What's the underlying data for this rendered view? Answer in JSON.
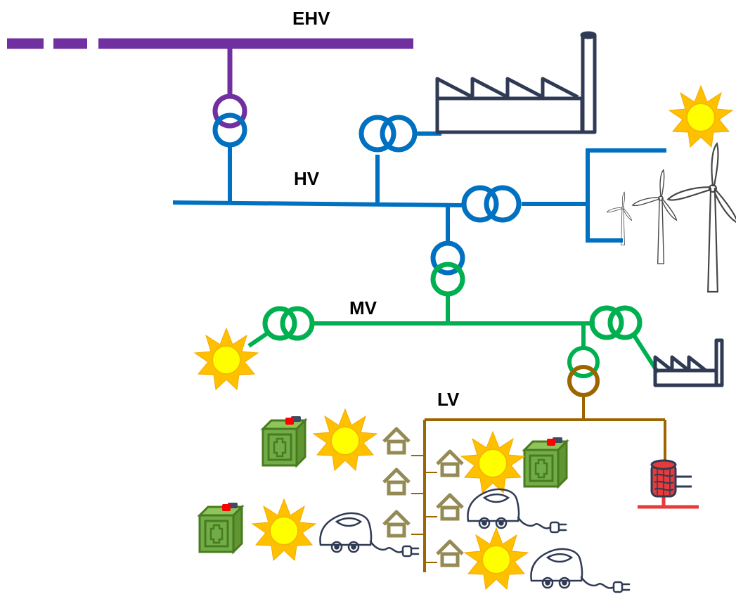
{
  "labels": {
    "ehv": "EHV",
    "hv": "HV",
    "mv": "MV",
    "lv": "LV"
  },
  "colors": {
    "ehv": "#7030a0",
    "hv": "#0070c0",
    "mv": "#00b050",
    "lv": "#9c6500",
    "house": "#948a54",
    "factory": "#2f3a54",
    "sun_outer": "#ffc000",
    "sun_inner": "#ffff00",
    "battery_face": "#70ad47",
    "battery_dark": "#4a7a20",
    "battery_accent": "#ff0000",
    "ev": "#2f3a54",
    "heat_pump": "#e63b3b"
  },
  "icons": [
    "transformer-icon",
    "factory-icon",
    "sun-icon",
    "wind-turbine-icon",
    "house-icon",
    "battery-icon",
    "electric-car-icon",
    "heat-pump-icon"
  ]
}
